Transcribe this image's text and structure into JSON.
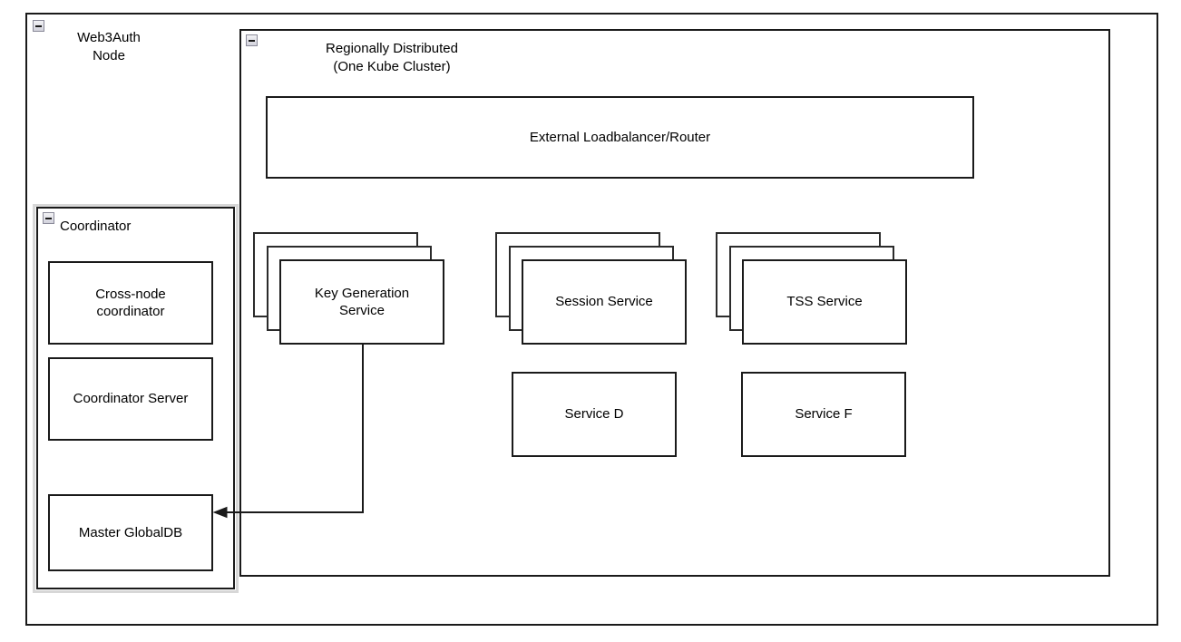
{
  "diagram": {
    "type": "architecture-diagram",
    "background": "#ffffff",
    "stroke_color": "#1a1a1a",
    "selection_color": "#d7d7d7",
    "containers": [
      {
        "id": "web3auth-node",
        "title": "Web3Auth\nNode",
        "collapse_icon": "collapse-minus-icon"
      },
      {
        "id": "regionally-distributed",
        "title": "Regionally Distributed\n(One Kube Cluster)",
        "collapse_icon": "collapse-minus-icon"
      },
      {
        "id": "coordinator",
        "title": "Coordinator",
        "collapse_icon": "collapse-minus-icon",
        "selected": true
      }
    ],
    "coordinator_children": [
      {
        "id": "cross-node-coordinator",
        "label": "Cross-node\ncoordinator"
      },
      {
        "id": "coordinator-server",
        "label": "Coordinator Server"
      },
      {
        "id": "master-globaldb",
        "label": "Master GlobalDB"
      }
    ],
    "loadbalancer": {
      "id": "external-loadbalancer-router",
      "label": "External Loadbalancer/Router"
    },
    "service_stacks": [
      {
        "id": "key-generation-service",
        "label": "Key Generation\nService",
        "replicas": 3
      },
      {
        "id": "session-service",
        "label": "Session Service",
        "replicas": 3
      },
      {
        "id": "tss-service",
        "label": "TSS Service",
        "replicas": 3
      }
    ],
    "services": [
      {
        "id": "service-d",
        "label": "Service D"
      },
      {
        "id": "service-f",
        "label": "Service F"
      }
    ],
    "connectors": [
      {
        "id": "keygen-to-masterdb",
        "from": "key-generation-service",
        "to": "master-globaldb",
        "arrowhead": "end",
        "label": ""
      }
    ]
  }
}
